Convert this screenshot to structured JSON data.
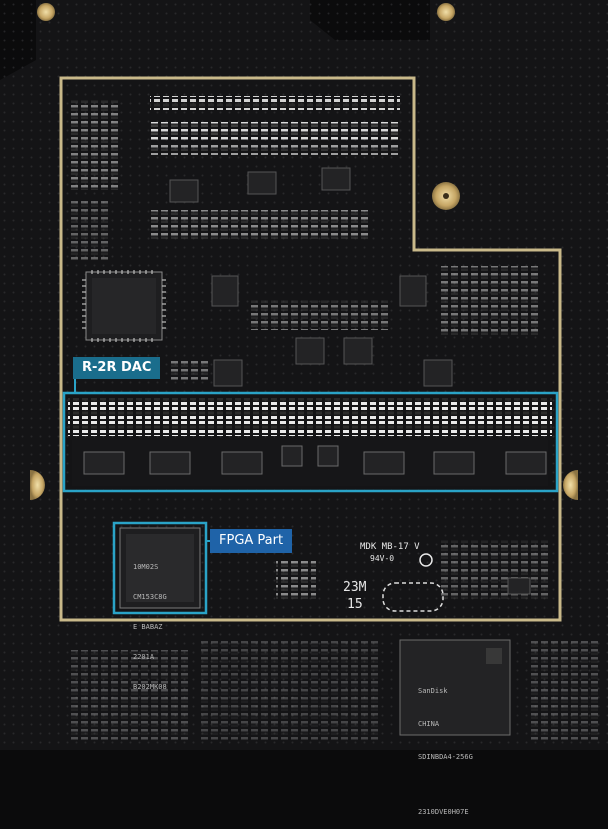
{
  "callouts": {
    "r2r_dac": "R-2R DAC",
    "fpga_part": "FPGA Part"
  },
  "silkscreen": {
    "board_marking": "MDK MB-17 V",
    "rating": "94V-0",
    "date_code_a": "23M",
    "date_code_b": "15"
  },
  "fpga_chip": {
    "lines": [
      "10M02S",
      "CM153C8G",
      "E BABAZ",
      "2201A",
      "B202MK08"
    ]
  },
  "flash_chip": {
    "lines": [
      "SanDisk",
      "CHINA",
      "SDINBDA4-256G",
      "",
      "2310DVE0H07E"
    ]
  },
  "colors": {
    "board": "#141416",
    "gold_outline": "#c9b98a",
    "highlight_box": "#2aa3c7",
    "r2r_tag": "#1a6d8c",
    "fpga_tag": "#1f63a8"
  },
  "icons": {
    "mounting_hole": "gold-pad-icon",
    "ul_mark": "ul-logo-icon"
  }
}
